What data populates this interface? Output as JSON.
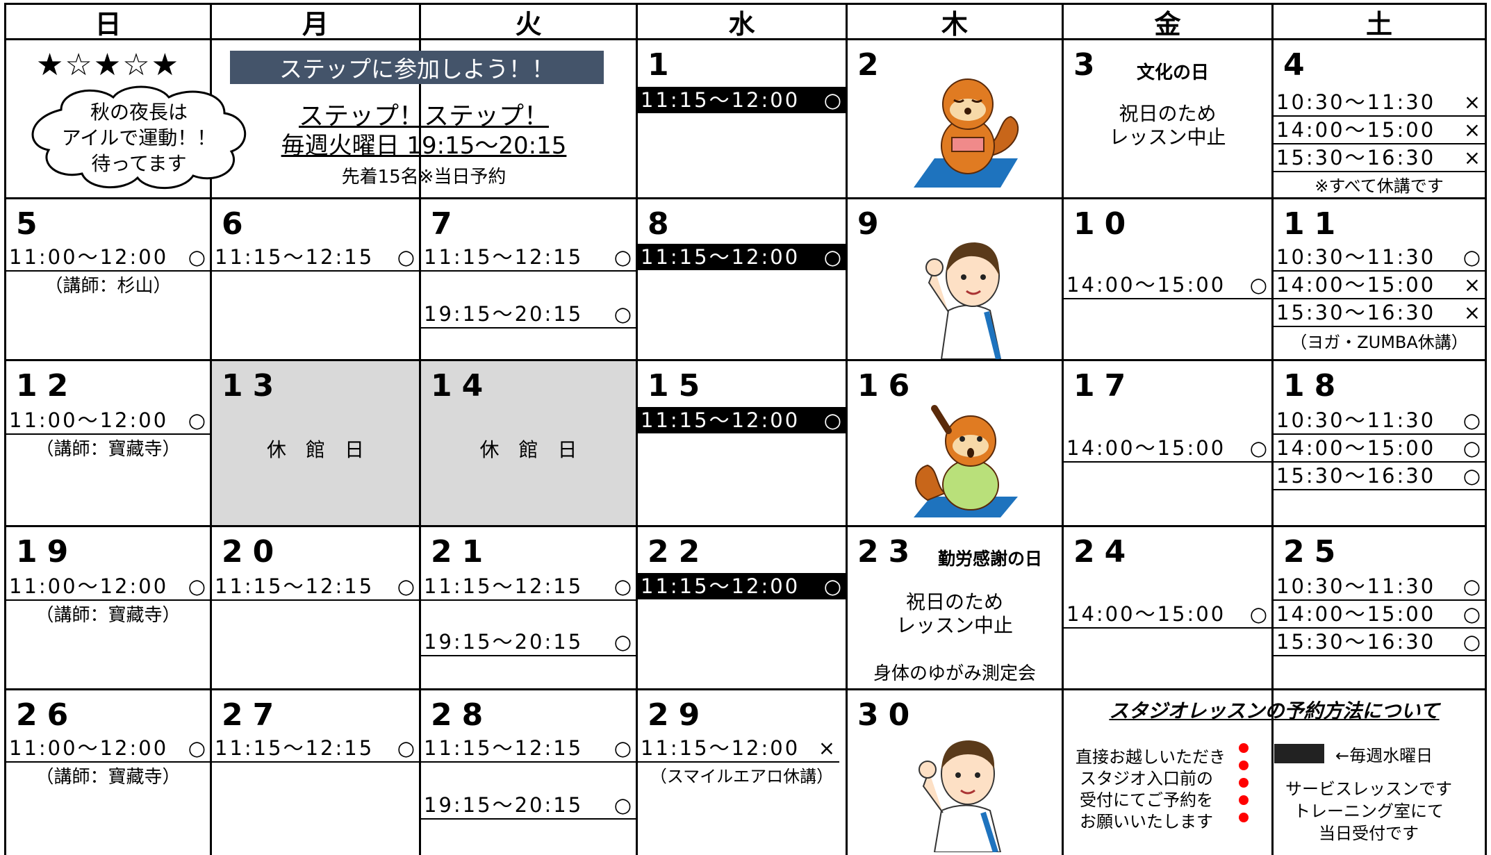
{
  "weekdays": [
    "日",
    "月",
    "火",
    "水",
    "木",
    "金",
    "土"
  ],
  "intro": {
    "stars": "★☆★☆★",
    "cloud_line1": "秋の夜長は",
    "cloud_line2": "アイルで運動！！",
    "cloud_line3": "待ってます",
    "banner": "ステップに参加しよう！！",
    "step_title": "ステップ！ステップ！",
    "step_time": "毎週火曜日 19:15～20:15",
    "step_note": "先着15名※当日予約"
  },
  "d1": {
    "num": "1",
    "slots": [
      {
        "time": "11:15～12:00",
        "mark": "○"
      }
    ]
  },
  "d2": {
    "num": "2"
  },
  "d3": {
    "num": "3",
    "holiday": "文化の日",
    "note1": "祝日のため",
    "note2": "レッスン中止"
  },
  "d4": {
    "num": "4",
    "slots": [
      {
        "time": "10:30～11:30",
        "mark": "×"
      },
      {
        "time": "14:00～15:00",
        "mark": "×"
      },
      {
        "time": "15:30～16:30",
        "mark": "×"
      }
    ],
    "note": "※すべて休講です"
  },
  "d5": {
    "num": "5",
    "slots": [
      {
        "time": "11:00～12:00",
        "mark": "○"
      }
    ],
    "note": "（講師：杉山）"
  },
  "d6": {
    "num": "6",
    "slots": [
      {
        "time": "11:15～12:15",
        "mark": "○"
      }
    ]
  },
  "d7": {
    "num": "7",
    "slots": [
      {
        "time": "11:15～12:15",
        "mark": "○"
      },
      {
        "time": "19:15～20:15",
        "mark": "○"
      }
    ]
  },
  "d8": {
    "num": "8",
    "slots": [
      {
        "time": "11:15～12:00",
        "mark": "○"
      }
    ]
  },
  "d9": {
    "num": "9"
  },
  "d10": {
    "num": "10",
    "slots": [
      {
        "time": "14:00～15:00",
        "mark": "○"
      }
    ]
  },
  "d11": {
    "num": "11",
    "slots": [
      {
        "time": "10:30～11:30",
        "mark": "○"
      },
      {
        "time": "14:00～15:00",
        "mark": "×"
      },
      {
        "time": "15:30～16:30",
        "mark": "×"
      }
    ],
    "note": "（ヨガ・ZUMBA休講）"
  },
  "d12": {
    "num": "12",
    "slots": [
      {
        "time": "11:00～12:00",
        "mark": "○"
      }
    ],
    "note": "（講師：寶藏寺）"
  },
  "d13": {
    "num": "13",
    "closed": "休　館　日"
  },
  "d14": {
    "num": "14",
    "closed": "休　館　日"
  },
  "d15": {
    "num": "15",
    "slots": [
      {
        "time": "11:15～12:00",
        "mark": "○"
      }
    ]
  },
  "d16": {
    "num": "16"
  },
  "d17": {
    "num": "17",
    "slots": [
      {
        "time": "14:00～15:00",
        "mark": "○"
      }
    ]
  },
  "d18": {
    "num": "18",
    "slots": [
      {
        "time": "10:30～11:30",
        "mark": "○"
      },
      {
        "time": "14:00～15:00",
        "mark": "○"
      },
      {
        "time": "15:30～16:30",
        "mark": "○"
      }
    ]
  },
  "d19": {
    "num": "19",
    "slots": [
      {
        "time": "11:00～12:00",
        "mark": "○"
      }
    ],
    "note": "（講師：寶藏寺）"
  },
  "d20": {
    "num": "20",
    "slots": [
      {
        "time": "11:15～12:15",
        "mark": "○"
      }
    ]
  },
  "d21": {
    "num": "21",
    "slots": [
      {
        "time": "11:15～12:15",
        "mark": "○"
      },
      {
        "time": "19:15～20:15",
        "mark": "○"
      }
    ]
  },
  "d22": {
    "num": "22",
    "slots": [
      {
        "time": "11:15～12:00",
        "mark": "○"
      }
    ]
  },
  "d23": {
    "num": "23",
    "holiday": "勤労感謝の日",
    "note1": "祝日のため",
    "note2": "レッスン中止",
    "note3": "身体のゆがみ測定会"
  },
  "d24": {
    "num": "24",
    "slots": [
      {
        "time": "14:00～15:00",
        "mark": "○"
      }
    ]
  },
  "d25": {
    "num": "25",
    "slots": [
      {
        "time": "10:30～11:30",
        "mark": "○"
      },
      {
        "time": "14:00～15:00",
        "mark": "○"
      },
      {
        "time": "15:30～16:30",
        "mark": "○"
      }
    ]
  },
  "d26": {
    "num": "26",
    "slots": [
      {
        "time": "11:00～12:00",
        "mark": "○"
      }
    ],
    "note": "（講師：寶藏寺）"
  },
  "d27": {
    "num": "27",
    "slots": [
      {
        "time": "11:15～12:15",
        "mark": "○"
      }
    ]
  },
  "d28": {
    "num": "28",
    "slots": [
      {
        "time": "11:15～12:15",
        "mark": "○"
      },
      {
        "time": "19:15～20:15",
        "mark": "○"
      }
    ]
  },
  "d29": {
    "num": "29",
    "slots": [
      {
        "time": "11:15～12:00",
        "mark": "×"
      }
    ],
    "note": "（スマイルエアロ休講）"
  },
  "d30": {
    "num": "30"
  },
  "howto": {
    "title": "スタジオレッスンの予約方法について",
    "line1": "直接お越しいただき",
    "line2": "スタジオ入口前の",
    "line3": "受付にてご予約を",
    "line4": "お願いいたします",
    "legend": "←毎週水曜日",
    "service1": "サービスレッスンです",
    "service2": "トレーニング室にて",
    "service3": "当日受付です"
  }
}
